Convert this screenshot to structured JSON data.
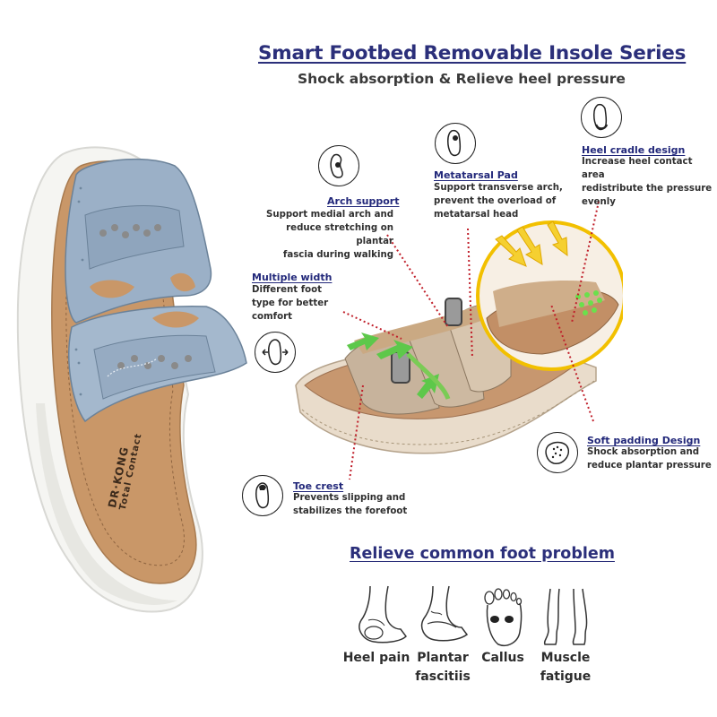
{
  "header": {
    "title": "Smart Footbed Removable Insole Series",
    "subtitle": "Shock absorption & Relieve heel pressure"
  },
  "brand": {
    "logo_line1": "DR·KONG",
    "logo_line2": "Total Contact"
  },
  "features": {
    "arch": {
      "title": "Arch support",
      "desc": [
        "Support medial arch and",
        "reduce stretching on plantar",
        "fascia during walking"
      ],
      "icon": "foot-arch-icon"
    },
    "metatarsal": {
      "title": "Metatarsal Pad",
      "desc": [
        "Support transverse arch,",
        "prevent the overload of",
        "metatarsal head"
      ],
      "icon": "foot-metatarsal-icon"
    },
    "heel": {
      "title": "Heel cradle design",
      "desc": [
        "Increase heel contact area",
        "redistribute the pressure",
        "evenly"
      ],
      "icon": "foot-heel-icon"
    },
    "width": {
      "title": "Multiple width",
      "desc": [
        "Different foot",
        "type for better",
        "comfort"
      ],
      "icon": "foot-width-icon"
    },
    "padding": {
      "title": "Soft padding Design",
      "desc": [
        "Shock absorption and",
        "reduce plantar pressure"
      ],
      "icon": "insole-padding-icon"
    },
    "toe": {
      "title": "Toe crest",
      "desc": [
        "Prevents slipping and",
        "stabilizes the forefoot"
      ],
      "icon": "foot-toe-icon"
    }
  },
  "problems": {
    "heading": "Relieve common foot problem",
    "items": [
      {
        "label": [
          "Heel pain"
        ],
        "icon": "heel-pain-icon"
      },
      {
        "label": [
          "Plantar",
          "fascitiis"
        ],
        "icon": "plantar-fasciitis-icon"
      },
      {
        "label": [
          "Callus"
        ],
        "icon": "callus-icon"
      },
      {
        "label": [
          "Muscle",
          "fatigue"
        ],
        "icon": "muscle-fatigue-icon"
      }
    ]
  },
  "colors": {
    "title": "#2b2f7a",
    "dotted_line": "#c0202b",
    "highlight_circle": "#f2c000",
    "arrow_green": "#5dc84a",
    "arrow_yellow": "#f5d030",
    "sandal_blue": "#9bb0c7",
    "sandal_beige": "#d9bfa3"
  }
}
